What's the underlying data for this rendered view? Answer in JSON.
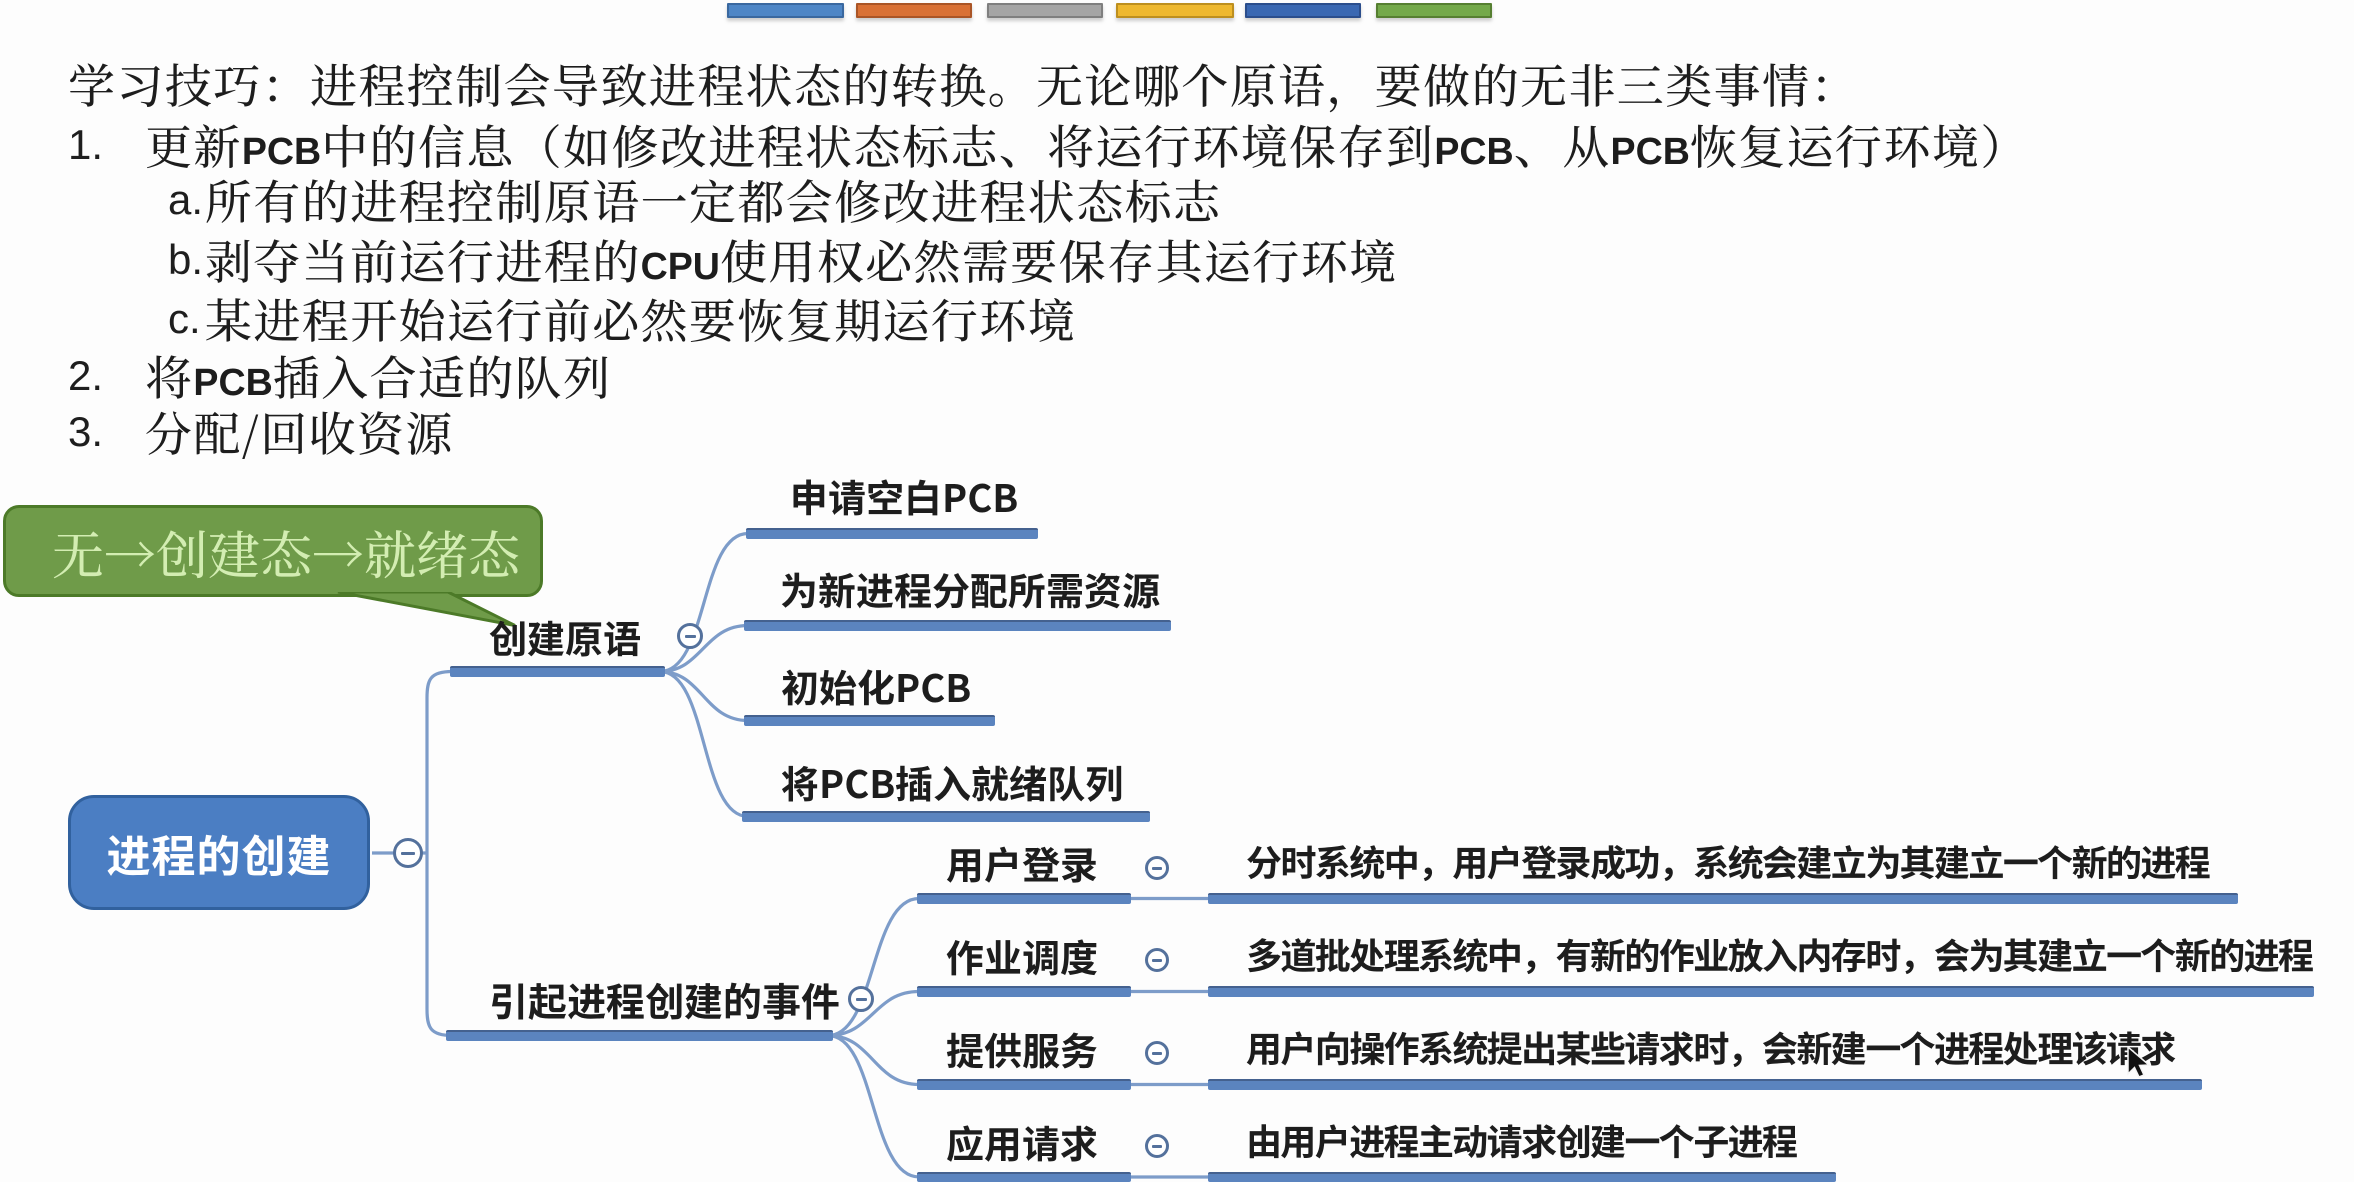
{
  "slide": {
    "decoration_bars": [
      {
        "color": "#4e86c6",
        "border": "#3a689f"
      },
      {
        "color": "#d97135",
        "border": "#aa5526"
      },
      {
        "color": "#a5a5a5",
        "border": "#7f7f7f"
      },
      {
        "color": "#eeb82f",
        "border": "#bd8f1f"
      },
      {
        "color": "#3a68b2",
        "border": "#2b4e8c"
      },
      {
        "color": "#74a94a",
        "border": "#567f31"
      }
    ],
    "notes": {
      "lines": [
        {
          "num": "",
          "text": "学习技巧：进程控制会导致进程状态的转换。无论哪个原语，要做的无非三类事情："
        },
        {
          "num": "1.",
          "text": "更新PCB中的信息（如修改进程状态标志、将运行环境保存到PCB、从PCB恢复运行环境）"
        },
        {
          "num": "a.",
          "text": "所有的进程控制原语一定都会修改进程状态标志"
        },
        {
          "num": "b.",
          "text": "剥夺当前运行进程的CPU使用权必然需要保存其运行环境"
        },
        {
          "num": "c.",
          "text": "某进程开始运行前必然要恢复期运行环境"
        },
        {
          "num": "2.",
          "text": "将PCB插入合适的队列"
        },
        {
          "num": "3.",
          "text": "分配/回收资源"
        }
      ]
    },
    "callout": {
      "text": "无→创建态→就绪态",
      "fill": "#6f9b49",
      "border": "#4c7a28",
      "text_color": "#d3edb2"
    },
    "mindmap": {
      "root": {
        "label": "进程的创建",
        "fill": "#4b7ec3",
        "border": "#31619e",
        "text_color": "#ffffff"
      },
      "line_color": "#5b84bf",
      "connector_color": "#7d9cc9",
      "toggle_icon": "collapse-minus",
      "branches": [
        {
          "label": "创建原语",
          "children": [
            {
              "label": "申请空白PCB"
            },
            {
              "label": "为新进程分配所需资源"
            },
            {
              "label": "初始化PCB"
            },
            {
              "label": "将PCB插入就绪队列"
            }
          ]
        },
        {
          "label": "引起进程创建的事件",
          "children": [
            {
              "label": "用户登录",
              "desc": "分时系统中，用户登录成功，系统会建立为其建立一个新的进程"
            },
            {
              "label": "作业调度",
              "desc": "多道批处理系统中，有新的作业放入内存时，会为其建立一个新的进程"
            },
            {
              "label": "提供服务",
              "desc": "用户向操作系统提出某些请求时，会新建一个进程处理该请求"
            },
            {
              "label": "应用请求",
              "desc": "由用户进程主动请求创建一个子进程"
            }
          ]
        }
      ]
    }
  }
}
